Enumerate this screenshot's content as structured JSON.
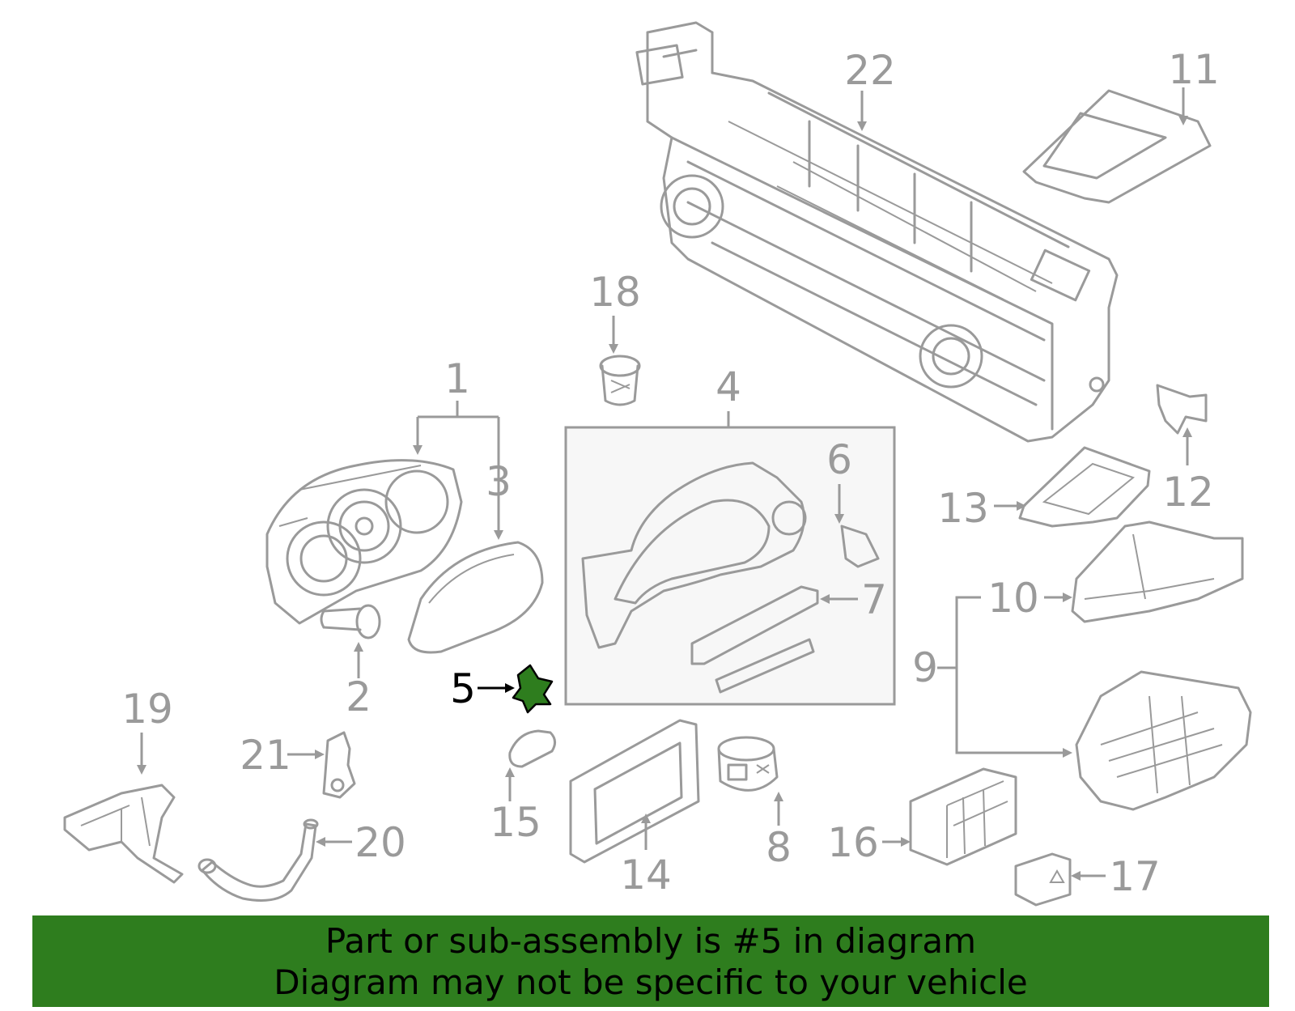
{
  "diagram": {
    "highlight_color": "#2e7d1e",
    "line_color": "#9a9a9a",
    "callouts": [
      {
        "id": "1",
        "label": "1"
      },
      {
        "id": "2",
        "label": "2"
      },
      {
        "id": "3",
        "label": "3"
      },
      {
        "id": "4",
        "label": "4"
      },
      {
        "id": "5",
        "label": "5",
        "highlighted": true
      },
      {
        "id": "6",
        "label": "6"
      },
      {
        "id": "7",
        "label": "7"
      },
      {
        "id": "8",
        "label": "8"
      },
      {
        "id": "9",
        "label": "9"
      },
      {
        "id": "10",
        "label": "10"
      },
      {
        "id": "11",
        "label": "11"
      },
      {
        "id": "12",
        "label": "12"
      },
      {
        "id": "13",
        "label": "13"
      },
      {
        "id": "14",
        "label": "14"
      },
      {
        "id": "15",
        "label": "15"
      },
      {
        "id": "16",
        "label": "16"
      },
      {
        "id": "17",
        "label": "17"
      },
      {
        "id": "18",
        "label": "18"
      },
      {
        "id": "19",
        "label": "19"
      },
      {
        "id": "20",
        "label": "20"
      },
      {
        "id": "21",
        "label": "21"
      },
      {
        "id": "22",
        "label": "22"
      }
    ]
  },
  "footer": {
    "background": "#2e7d1e",
    "line1": "Part or sub-assembly is #5 in diagram",
    "line2": "Diagram may not be specific to your vehicle"
  }
}
